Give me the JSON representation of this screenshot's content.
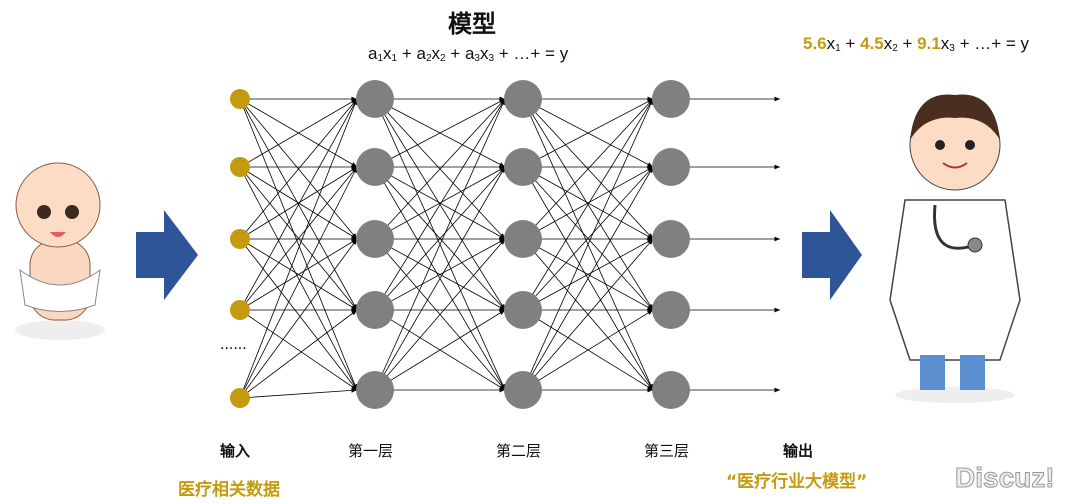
{
  "title": "模型",
  "formula": {
    "a1": "a",
    "s1": "1",
    "x1": "x",
    "t1": "1",
    "p1": " + ",
    "a2": "a",
    "s2": "2",
    "x2": "x",
    "t2": "2",
    "p2": " + ",
    "a3": "a",
    "s3": "3",
    "x3": "x",
    "t3": "3",
    "tail": " + …+ = y"
  },
  "result": {
    "c1": "5.6",
    "x1": "x",
    "t1": "1",
    "p1": " + ",
    "c2": "4.5",
    "x2": "x",
    "t2": "2",
    "p2": " + ",
    "c3": "9.1",
    "x3": "x",
    "t3": "3",
    "tail": " + …+ = y"
  },
  "labels": {
    "input": "输入",
    "layer1": "第一层",
    "layer2": "第二层",
    "layer3": "第三层",
    "output": "输出",
    "input_desc": "医疗相关数据",
    "output_desc": "“医疗行业大模型”",
    "ellipsis": "......"
  },
  "watermark": "Discuz!",
  "colors": {
    "gold": "#C59A0E",
    "node": "#808080",
    "arrow": "#2E5597"
  },
  "network": {
    "input_nodes": 5,
    "hidden_layers": 3,
    "nodes_per_layer": 5,
    "outputs": 5
  }
}
